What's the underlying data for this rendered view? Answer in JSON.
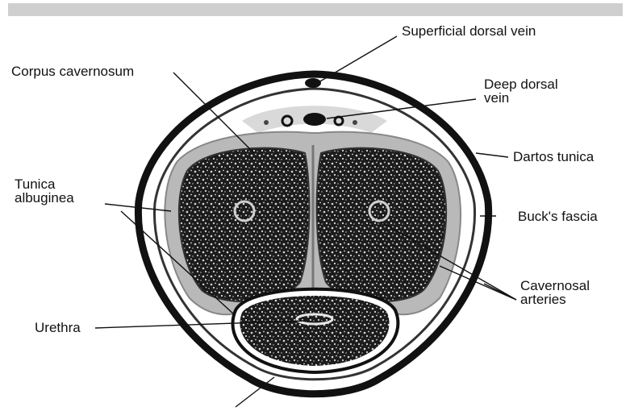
{
  "labels": {
    "superficial_dorsal_vein": "Superficial dorsal vein",
    "corpus_cavernosum": "Corpus cavernosum",
    "deep_dorsal_vein": "Deep dorsal\nvein",
    "dartos_tunica": "Dartos tunica",
    "tunica_albuginea": "Tunica\nalbuginea",
    "bucks_fascia": "Buck's fascia",
    "cavernosal_arteries": "Cavernosal\narteries",
    "urethra": "Urethra"
  },
  "colors": {
    "outer_ring": "#111111",
    "tissue_dark": "#1c1c1c",
    "tissue_speckle": "#d8d8d8",
    "tunica_gray": "#b9b9b9",
    "background": "#ffffff",
    "header_bar": "#cfcfcf"
  }
}
